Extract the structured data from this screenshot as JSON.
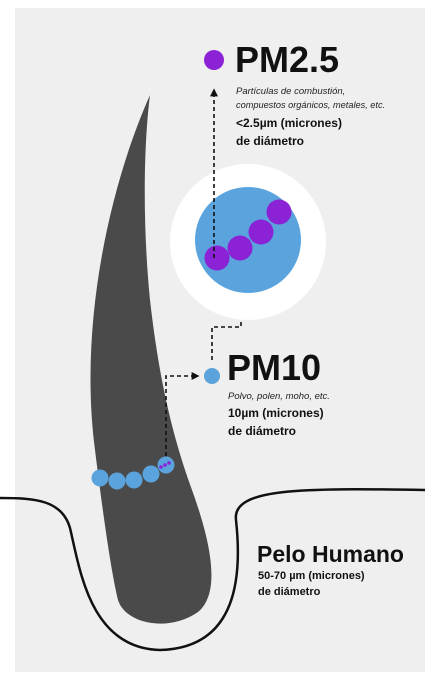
{
  "colors": {
    "background": "#efefef",
    "hair": "#4a4a4a",
    "pm10": "#5aa3dc",
    "pm25": "#8b22d6",
    "halo": "#ffffff",
    "outline": "#111111"
  },
  "pm25": {
    "title": "PM2.5",
    "desc_line1": "Partículas de combustión,",
    "desc_line2": "compuestos orgánicos, metales, etc.",
    "size_line1": "<2.5µm (micrones)",
    "size_line2": "de diámetro"
  },
  "pm10": {
    "title": "PM10",
    "desc": "Polvo, polen, moho, etc.",
    "size_line1": "10µm (micrones)",
    "size_line2": "de diámetro"
  },
  "hair": {
    "title": "Pelo Humano",
    "size_line1": "50-70 µm (micrones)",
    "size_line2": "de diámetro"
  }
}
